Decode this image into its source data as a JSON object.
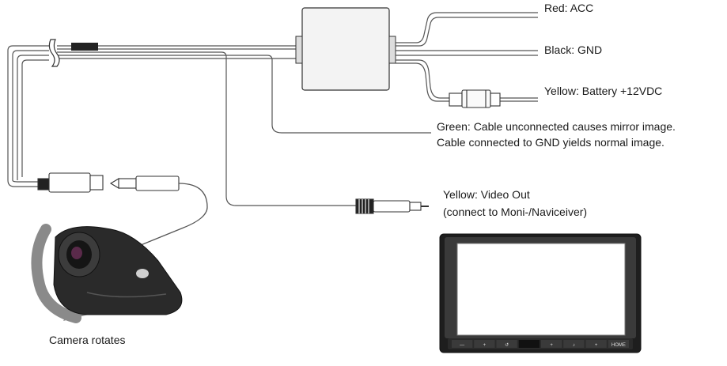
{
  "labels": {
    "red": "Red: ACC",
    "black": "Black: GND",
    "yellow_battery": "Yellow: Battery +12VDC",
    "green_line1": "Green: Cable unconnected causes mirror image.",
    "green_line2": "Cable connected to GND yields normal image.",
    "video_line1": "Yellow: Video Out",
    "video_line2": "(connect to Moni-/Naviceiver)",
    "camera": "Camera rotates"
  },
  "monitor": {
    "buttons": [
      "—",
      "+",
      "↺",
      "",
      "+",
      "♪",
      "+",
      "HOME"
    ]
  },
  "colors": {
    "wire": "#444444",
    "box": "#f2f2f2",
    "camera_body": "#2a2a2a",
    "arrow": "#8a8a8a"
  }
}
